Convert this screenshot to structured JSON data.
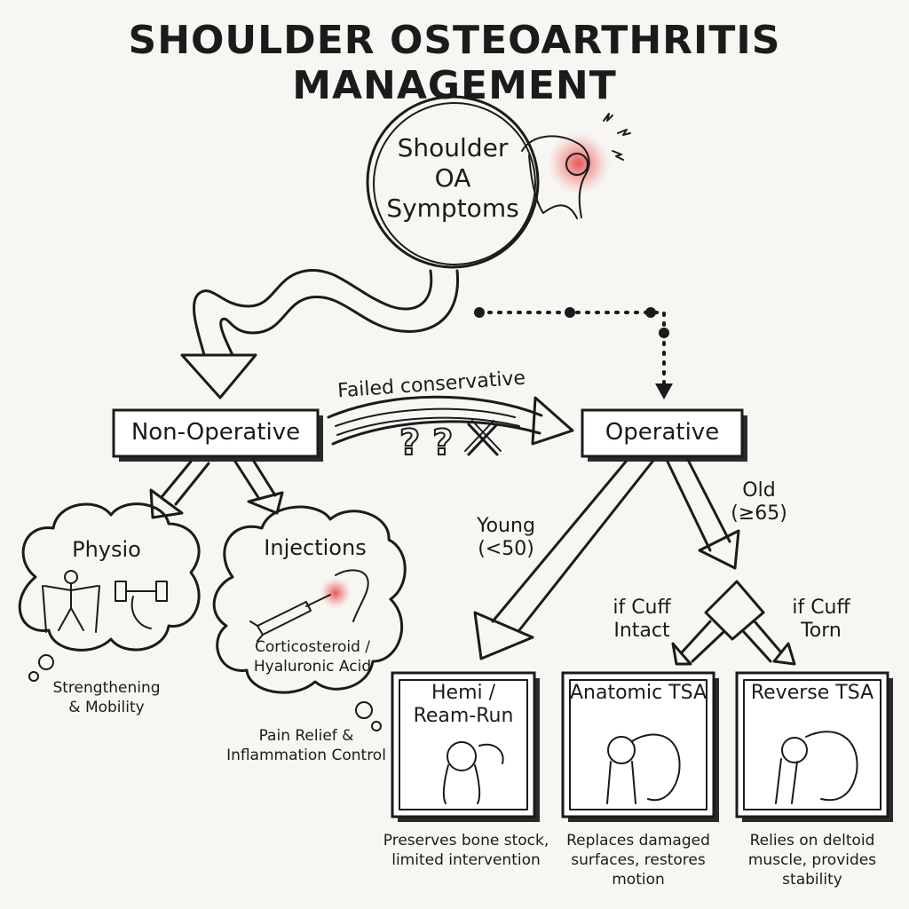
{
  "title": "SHOULDER OSTEOARTHRITIS MANAGEMENT",
  "start": {
    "label_lines": [
      "Shoulder",
      "OA",
      "Symptoms"
    ]
  },
  "non_operative": {
    "label": "Non-Operative"
  },
  "operative": {
    "label": "Operative"
  },
  "failed_conservative": "Failed conservative",
  "physio": {
    "label": "Physio",
    "caption_lines": [
      "Strengthening",
      "& Mobility"
    ]
  },
  "injections": {
    "label": "Injections",
    "detail_lines": [
      "Corticosteroid /",
      "Hyaluronic Acid"
    ],
    "caption_lines": [
      "Pain Relief &",
      "Inflammation Control"
    ]
  },
  "young": {
    "lines": [
      "Young",
      "(<50)"
    ]
  },
  "old": {
    "lines": [
      "Old",
      "(≥65)"
    ]
  },
  "cuff_intact": {
    "lines": [
      "if Cuff",
      "Intact"
    ]
  },
  "cuff_torn": {
    "lines": [
      "if Cuff",
      "Torn"
    ]
  },
  "hemi": {
    "label_lines": [
      "Hemi /",
      "Ream-Run"
    ],
    "caption_lines": [
      "Preserves bone stock,",
      "limited intervention"
    ]
  },
  "anatomic_tsa": {
    "label": "Anatomic TSA",
    "caption_lines": [
      "Replaces damaged",
      "surfaces, restores",
      "motion"
    ]
  },
  "reverse_tsa": {
    "label": "Reverse TSA",
    "caption_lines": [
      "Relies on deltoid",
      "muscle, provides",
      "stability"
    ]
  },
  "colors": {
    "ink": "#1b1b1b",
    "pain": "#e23a3a",
    "paper": "#f7f6f2"
  }
}
